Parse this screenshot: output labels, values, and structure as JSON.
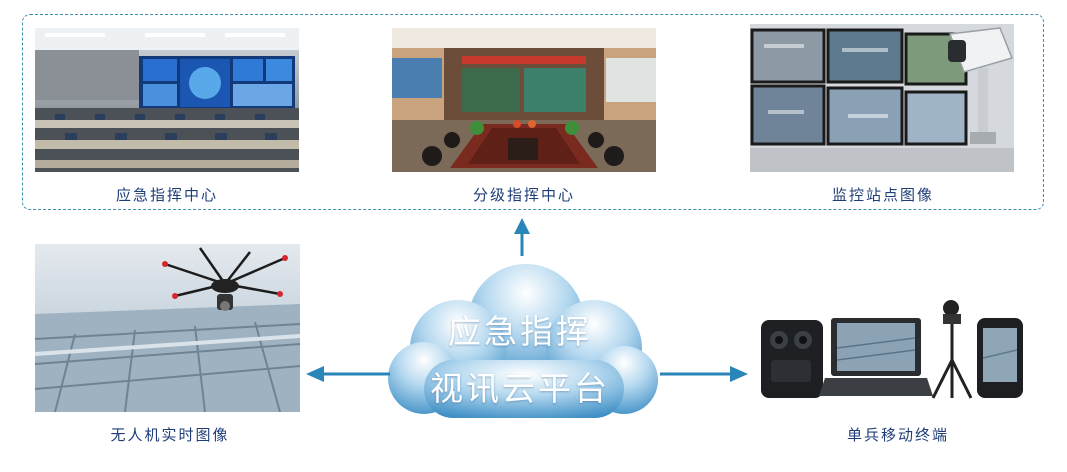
{
  "top_group": {
    "items": [
      {
        "label": "应急指挥中心",
        "icon": "command-center-photo"
      },
      {
        "label": "分级指挥中心",
        "icon": "conference-room-photo"
      },
      {
        "label": "监控站点图像",
        "icon": "surveillance-monitors-photo"
      }
    ]
  },
  "cloud": {
    "line1": "应急指挥",
    "line2": "视讯云平台",
    "icon": "cloud-icon"
  },
  "left_node": {
    "label": "无人机实时图像",
    "icon": "drone-photo"
  },
  "right_node": {
    "label": "单兵移动终端",
    "icon": "mobile-devices-photo"
  },
  "colors": {
    "accent": "#2a86b8",
    "caption": "#1f3e78",
    "dashed_border": "#3d8fb3",
    "cloud_light": "#e8f4fb",
    "cloud_dark": "#3f8fc6"
  }
}
